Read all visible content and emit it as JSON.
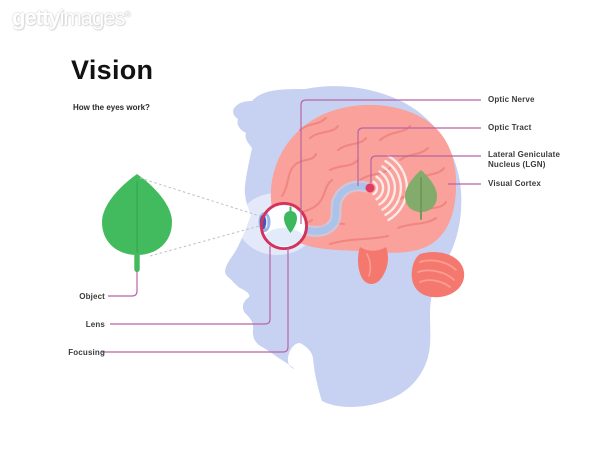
{
  "watermark": {
    "bold": "getty",
    "light": "images",
    "registered": "®"
  },
  "header": {
    "title": "Vision",
    "subtitle": "How the eyes work?"
  },
  "diagram": {
    "right_labels": [
      {
        "text": "Optic Nerve"
      },
      {
        "text": "Optic Tract"
      },
      {
        "text": "Lateral Geniculate Nucleus (LGN)"
      },
      {
        "text": "Visual Cortex"
      }
    ],
    "left_labels": [
      {
        "text": "Object"
      },
      {
        "text": "Lens"
      },
      {
        "text": "Focusing"
      }
    ]
  },
  "colors": {
    "head": "#c7d2f3",
    "brain": "#f9a19a",
    "brain_lines": "#ee827e",
    "cerebellum": "#f5786e",
    "cerebellum_stripes": "#fa9d93",
    "eye_ring": "#d5315a",
    "lens_blue": "#4059b8",
    "lens_halo": "#9db4e9",
    "optic_nerve_band": "#a9c3ea",
    "lgn_dot": "#e23a60",
    "leaf_green": "#41bb5d",
    "retina_leaf_green": "#3eb85f",
    "cortex_leaf_green": "#82ab6c",
    "pointer_line": "#b864a4",
    "dotted_ray": "#bfbfbf",
    "label_text": "#3b3b3b"
  }
}
